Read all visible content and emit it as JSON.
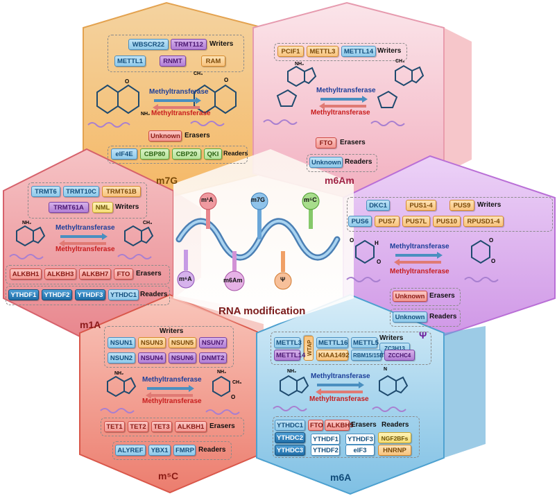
{
  "center": {
    "label": "RNA modification",
    "nodes": [
      "m¹A",
      "m7G",
      "m⁵C",
      "m⁶A",
      "m6Am",
      "Ψ"
    ]
  },
  "m7G": {
    "title": "m7G",
    "writers": [
      "WBSCR22",
      "TRMT112",
      "METTL1",
      "RNMT",
      "RAM"
    ],
    "writers_label": "Writers",
    "enzyme_top": "Methyltransferase",
    "enzyme_bottom": "Methyltransferase",
    "erasers": [
      "Unknown"
    ],
    "erasers_label": "Erasers",
    "readers": [
      "eIF4E",
      "CBP80",
      "CBP20",
      "QKI"
    ],
    "readers_label": "Readers"
  },
  "m6Am": {
    "title": "m6Am",
    "writers": [
      "PCIF1",
      "METTL3",
      "METTL14"
    ],
    "writers_label": "Writers",
    "enzyme_top": "Methyltransferase",
    "enzyme_bottom": "Methyltransferase",
    "erasers": [
      "FTO"
    ],
    "erasers_label": "Erasers",
    "readers": [
      "Unknown"
    ],
    "readers_label": "Readers"
  },
  "m1A": {
    "title": "m1A",
    "writers": [
      "TRMT6",
      "TRMT10C",
      "TRMT61B",
      "TRMT61A",
      "NML"
    ],
    "writers_label": "Writers",
    "enzyme_top": "Methyltransferase",
    "enzyme_bottom": "Methyltransferase",
    "erasers": [
      "ALKBH1",
      "ALKBH3",
      "ALKBH7",
      "FTO"
    ],
    "erasers_label": "Erasers",
    "readers": [
      "YTHDF1",
      "YTHDF2",
      "YTHDF3",
      "YTHDC1"
    ],
    "readers_label": "Readers"
  },
  "psi": {
    "title": "Ψ",
    "writers": [
      "DKC1",
      "PUS1-4",
      "PUS9",
      "PUS6",
      "PUS7",
      "PUS7L",
      "PUS10",
      "RPUSD1-4"
    ],
    "writers_label": "Writers",
    "enzyme_top": "Methyltransferase",
    "enzyme_bottom": "Methyltransferase",
    "erasers": [
      "Unknown"
    ],
    "erasers_label": "Erasers",
    "readers": [
      "Unknown"
    ],
    "readers_label": "Readers"
  },
  "m5C": {
    "title": "m⁵C",
    "writers_label": "Writers",
    "writers": [
      "NSUN1",
      "NSUN3",
      "NSUN5",
      "NSUN7",
      "NSUN2",
      "NSUN4",
      "NSUN6",
      "DNMT2"
    ],
    "enzyme_top": "Methyltransferase",
    "enzyme_bottom": "Methyltransferase",
    "erasers": [
      "TET1",
      "TET2",
      "TET3",
      "ALKBH1"
    ],
    "erasers_label": "Erasers",
    "readers": [
      "ALYREF",
      "YBX1",
      "FMRP"
    ],
    "readers_label": "Readers"
  },
  "m6A": {
    "title": "m6A",
    "writers": [
      "METTL3",
      "METTL16",
      "METTL5",
      "ZC3H13",
      "METTL14",
      "KIAA1492",
      "RBM15/15B",
      "ZCCHC4"
    ],
    "wtap": "WTAP",
    "writers_label": "Writers",
    "enzyme_top": "Methyltransferase",
    "enzyme_bottom": "Methyltransferase",
    "erasers": [
      "FTO",
      "ALKBH5"
    ],
    "erasers_label": "Erasers",
    "readers_label": "Readers",
    "readers_left": [
      "YTHDC1",
      "YTHDC2",
      "YTHDC3"
    ],
    "readers_mid": [
      "YTHDF1",
      "YTHDF3",
      "YTHDF2",
      "eIF3"
    ],
    "readers_right": [
      "NGF2BFs",
      "HNRNP"
    ]
  },
  "colors": {
    "m7G": "#f5c98a",
    "m6Am": "#f7c6cf",
    "m1A": "#ef9ea3",
    "psi": "#d9a9ec",
    "m5C": "#f0958a",
    "m6A": "#9fd0ea"
  }
}
